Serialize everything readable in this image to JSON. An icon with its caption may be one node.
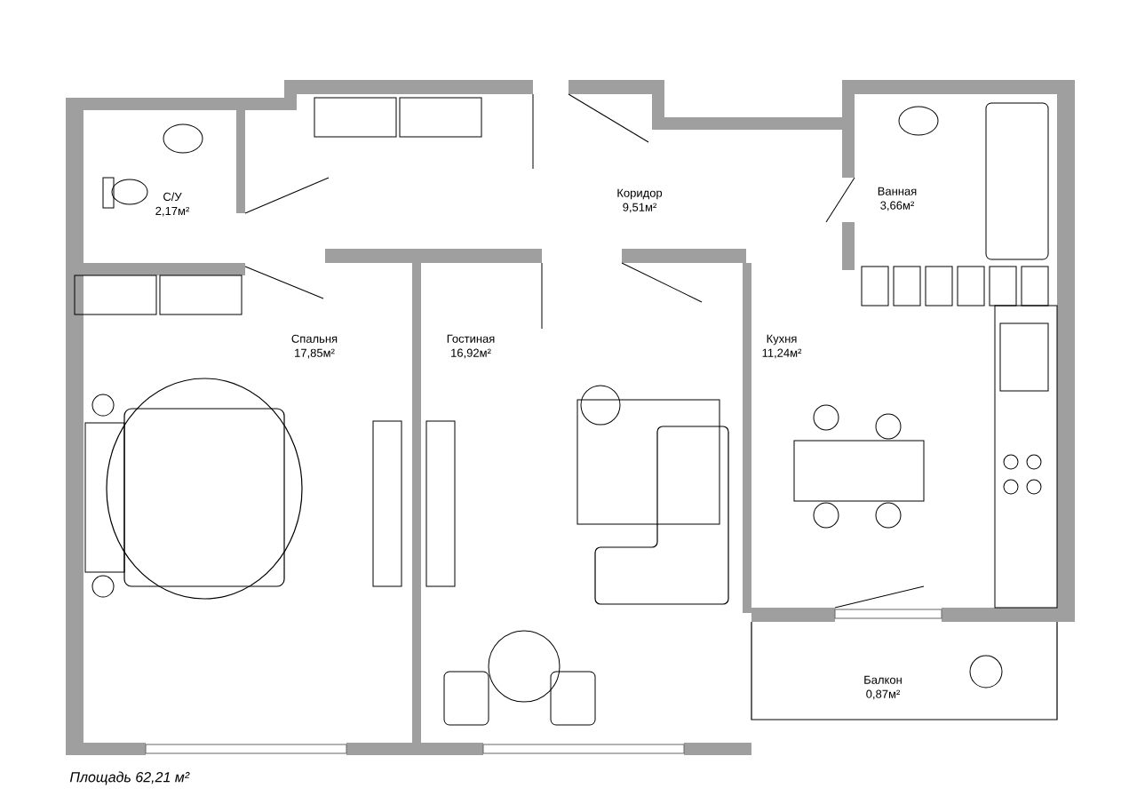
{
  "diagram": {
    "nodes": [
      {
        "text": [
          "С/У",
          "2,17м²"
        ]
      },
      {
        "text": [
          "Коридор",
          "9,51м²"
        ]
      },
      {
        "text": [
          "Ванная",
          "3,66м²"
        ]
      },
      {
        "text": [
          "Спальня",
          "17,85м²"
        ]
      },
      {
        "text": [
          "Гостиная",
          "16,92м²"
        ]
      },
      {
        "text": [
          "Кухня",
          "11,24м²"
        ]
      },
      {
        "text": [
          "Балкон",
          "0,87м²"
        ]
      }
    ],
    "labels": [
      "Площадь 62,21 м²"
    ]
  }
}
